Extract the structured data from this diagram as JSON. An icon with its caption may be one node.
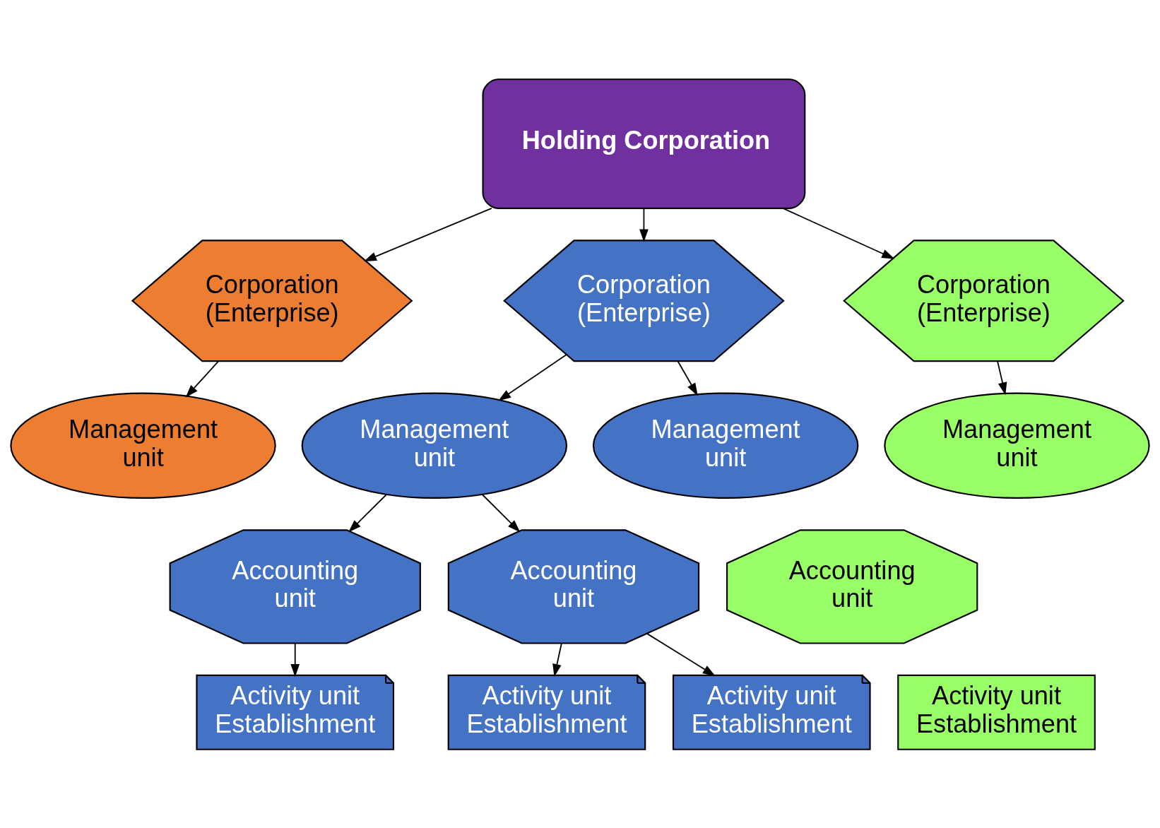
{
  "diagram": {
    "nodes": [
      {
        "text": [
          "Holding Corporation"
        ]
      },
      {
        "text": [
          "Corporation (Enterprise)"
        ]
      },
      {
        "text": [
          "Corporation (Enterprise)"
        ]
      },
      {
        "text": [
          "Corporation (Enterprise)"
        ]
      },
      {
        "text": [
          "Management unit"
        ]
      },
      {
        "text": [
          "Management unit"
        ]
      },
      {
        "text": [
          "Management unit"
        ]
      },
      {
        "text": [
          "Management unit"
        ]
      },
      {
        "text": [
          "Accounting unit"
        ]
      },
      {
        "text": [
          "Accounting unit"
        ]
      },
      {
        "text": [
          "Accounting unit"
        ]
      },
      {
        "text": [
          "Activity unit Establishment"
        ]
      },
      {
        "text": [
          "Activity unit Establishment"
        ]
      },
      {
        "text": [
          "Activity unit Establishment"
        ]
      },
      {
        "text": [
          "Activity unit Establishment"
        ]
      }
    ],
    "edges": [
      {
        "from": 0,
        "to": 1,
        "arrow": "to"
      },
      {
        "from": 0,
        "to": 2,
        "arrow": "to"
      },
      {
        "from": 0,
        "to": 3,
        "arrow": "to"
      },
      {
        "from": 1,
        "to": 4,
        "arrow": "to"
      },
      {
        "from": 2,
        "to": 5,
        "arrow": "to"
      },
      {
        "from": 2,
        "to": 6,
        "arrow": "to"
      },
      {
        "from": 3,
        "to": 7,
        "arrow": "to"
      },
      {
        "from": 5,
        "to": 8,
        "arrow": "to"
      },
      {
        "from": 5,
        "to": 9,
        "arrow": "to"
      },
      {
        "from": 8,
        "to": 11,
        "arrow": "to"
      },
      {
        "from": 9,
        "to": 12,
        "arrow": "to"
      },
      {
        "from": 9,
        "to": 13,
        "arrow": "to"
      }
    ]
  }
}
